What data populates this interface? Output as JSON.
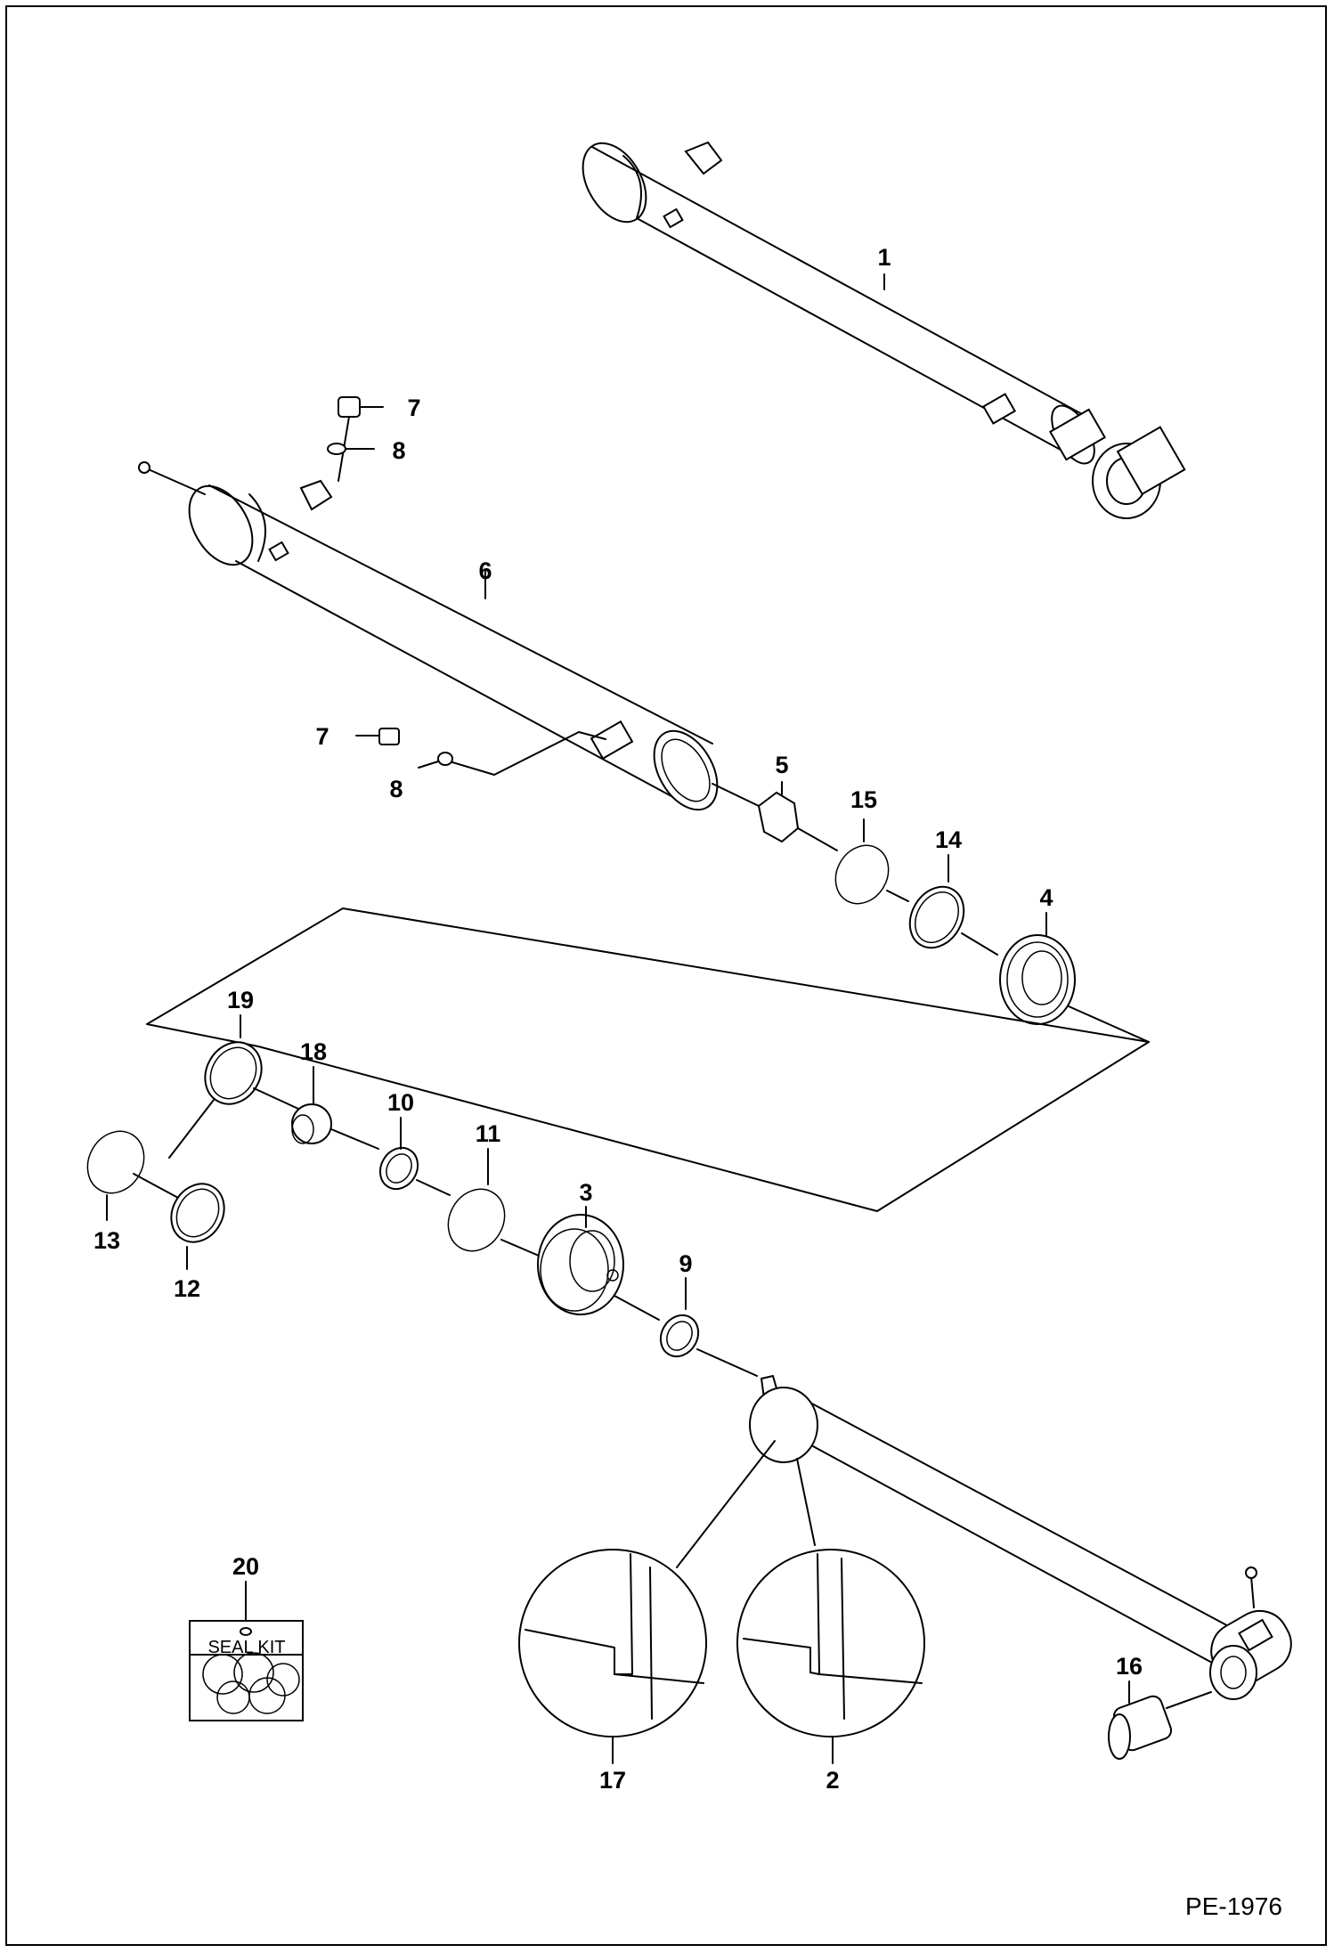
{
  "callouts": [
    {
      "id": "1",
      "text": "1"
    },
    {
      "id": "2",
      "text": "2"
    },
    {
      "id": "3",
      "text": "3"
    },
    {
      "id": "4",
      "text": "4"
    },
    {
      "id": "5",
      "text": "5"
    },
    {
      "id": "6",
      "text": "6"
    },
    {
      "id": "7a",
      "text": "7"
    },
    {
      "id": "7b",
      "text": "7"
    },
    {
      "id": "8a",
      "text": "8"
    },
    {
      "id": "8b",
      "text": "8"
    },
    {
      "id": "9",
      "text": "9"
    },
    {
      "id": "10",
      "text": "10"
    },
    {
      "id": "11",
      "text": "11"
    },
    {
      "id": "12",
      "text": "12"
    },
    {
      "id": "13",
      "text": "13"
    },
    {
      "id": "14",
      "text": "14"
    },
    {
      "id": "15",
      "text": "15"
    },
    {
      "id": "16",
      "text": "16"
    },
    {
      "id": "17",
      "text": "17"
    },
    {
      "id": "18",
      "text": "18"
    },
    {
      "id": "19",
      "text": "19"
    },
    {
      "id": "20",
      "text": "20"
    }
  ],
  "seal_kit": {
    "label": "SEAL KIT"
  },
  "figure_id": "PE-1976",
  "colors": {
    "line": "#000000",
    "background": "#ffffff"
  }
}
